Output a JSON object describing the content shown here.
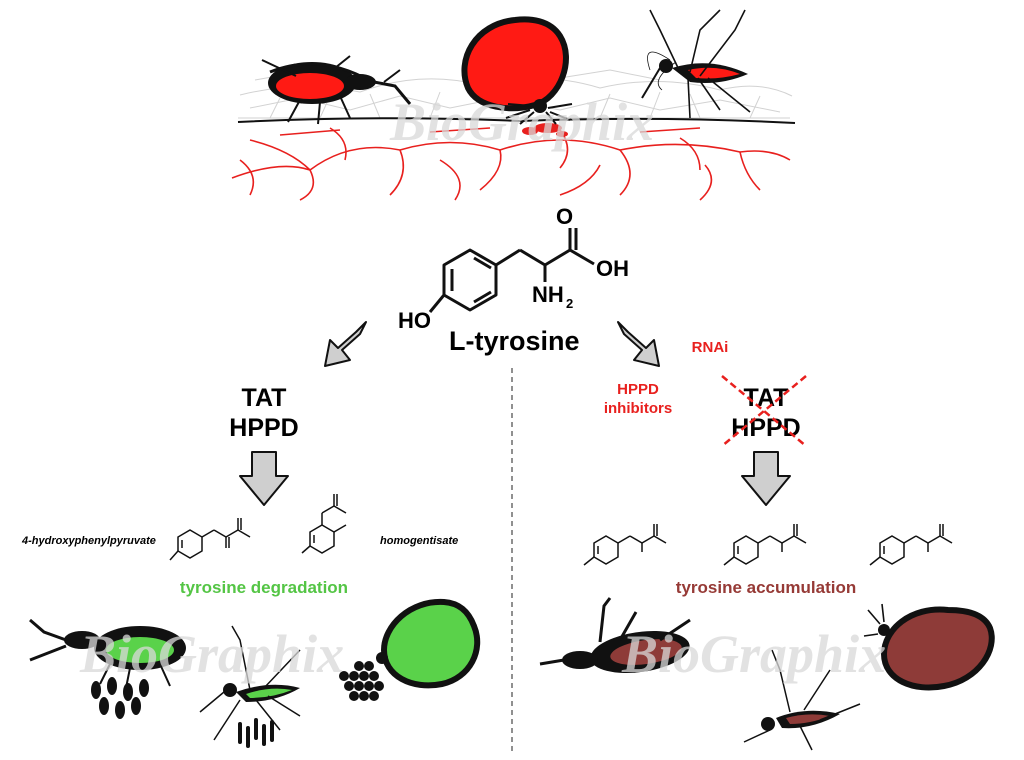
{
  "molecule": {
    "name": "L-tyrosine",
    "oh_group": "HO",
    "carbonyl_o": "O",
    "acid_oh": "OH",
    "amine": "NH",
    "amine_sub": "2"
  },
  "left_branch": {
    "enzyme_1": "TAT",
    "enzyme_2": "HPPD",
    "product_1": "4-hydroxyphenylpyruvate",
    "product_2": "homogentisate",
    "outcome": "tyrosine degradation",
    "outcome_color": "#54c545"
  },
  "right_branch": {
    "rnai": "RNAi",
    "inhibitors_1": "HPPD",
    "inhibitors_2": "inhibitors",
    "blocked_1": "TAT",
    "blocked_2": "HPPD",
    "outcome": "tyrosine accumulation",
    "outcome_color": "#963a36",
    "inhibitor_color": "#e8201e"
  },
  "watermark": "BioGraphix",
  "colors": {
    "blood": "#ff1a14",
    "fed_normal": "#5ad24a",
    "fed_dead": "#8e3b38",
    "arrow_fill": "#cfcfcf"
  }
}
